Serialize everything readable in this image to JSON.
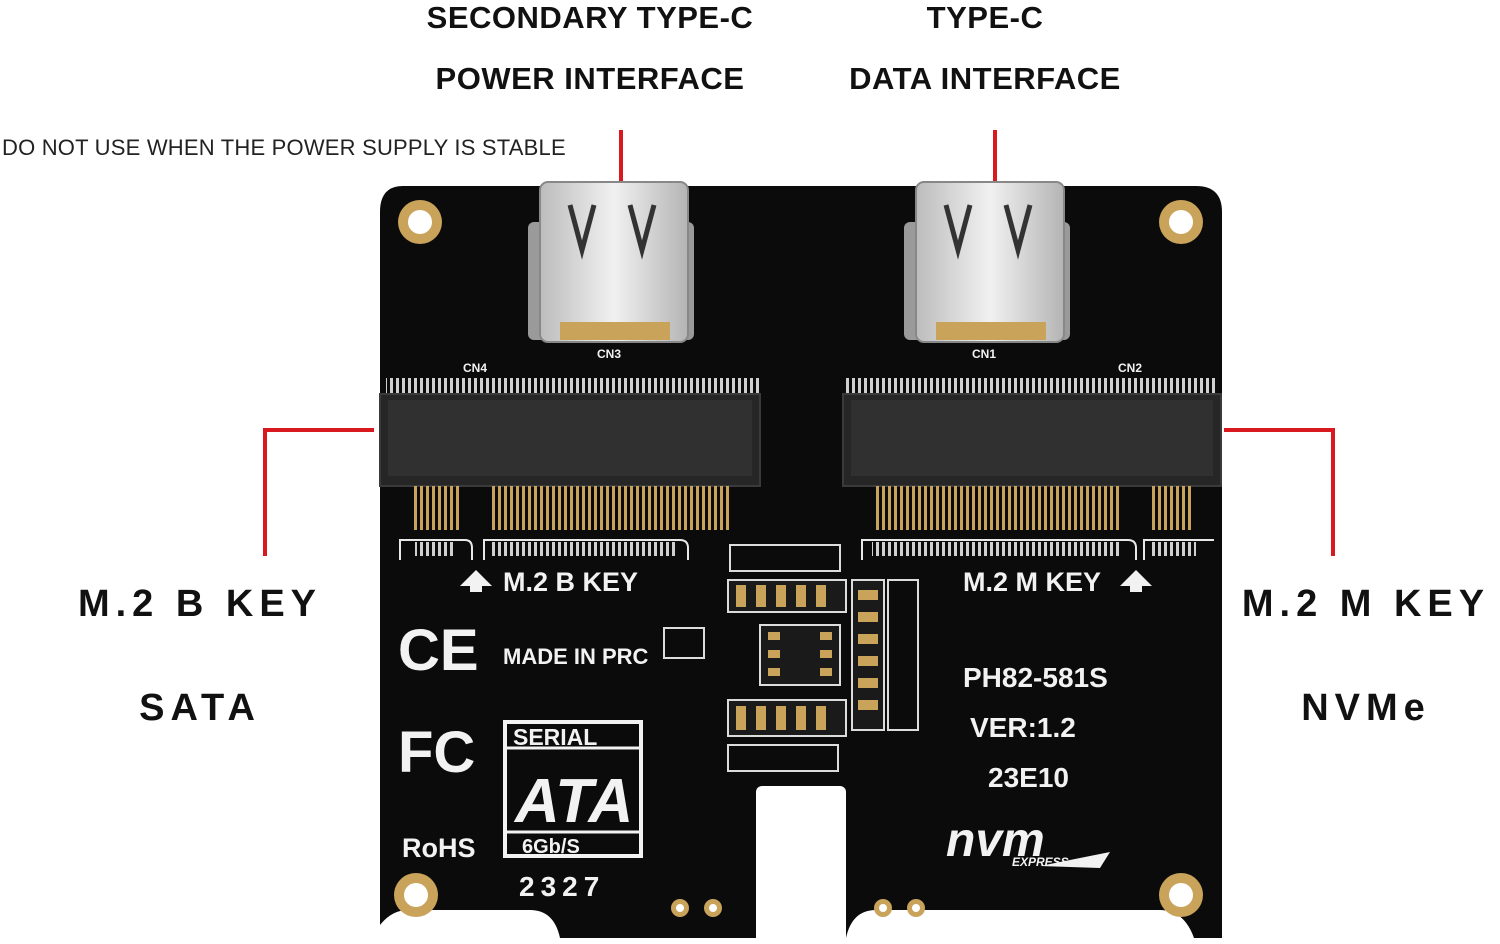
{
  "callouts": {
    "power_line1": "SECONDARY TYPE-C",
    "power_line2": "POWER INTERFACE",
    "power_note": "DO NOT USE WHEN THE POWER SUPPLY IS STABLE",
    "data_line1": "TYPE-C",
    "data_line2": "DATA INTERFACE",
    "left_line1": "M.2 B KEY",
    "left_line2": "SATA",
    "right_line1": "M.2 M KEY",
    "right_line2": "NVMe"
  },
  "board": {
    "silk_b_key": "M.2 B KEY",
    "silk_m_key": "M.2 M KEY",
    "made_in": "MADE IN PRC",
    "model": "PH82-581S",
    "version": "VER:1.2",
    "date_code": "23E10",
    "ce_mark": "CE",
    "fc_mark": "FC",
    "rohs": "RoHS",
    "sata_logo_top": "SERIAL",
    "sata_logo_mid": "ATA",
    "sata_logo_bottom": "6Gb/S",
    "serial_no": "2327",
    "nvm_logo": "nvm",
    "nvm_logo_sub": "EXPRESS",
    "cn1": "CN1",
    "cn2": "CN2",
    "cn3": "CN3",
    "cn4": "CN4"
  },
  "colors": {
    "pcb": "#0b0b0b",
    "leader": "#d8191f",
    "gold": "#c9a35a",
    "silver": "#dcdcdc"
  }
}
